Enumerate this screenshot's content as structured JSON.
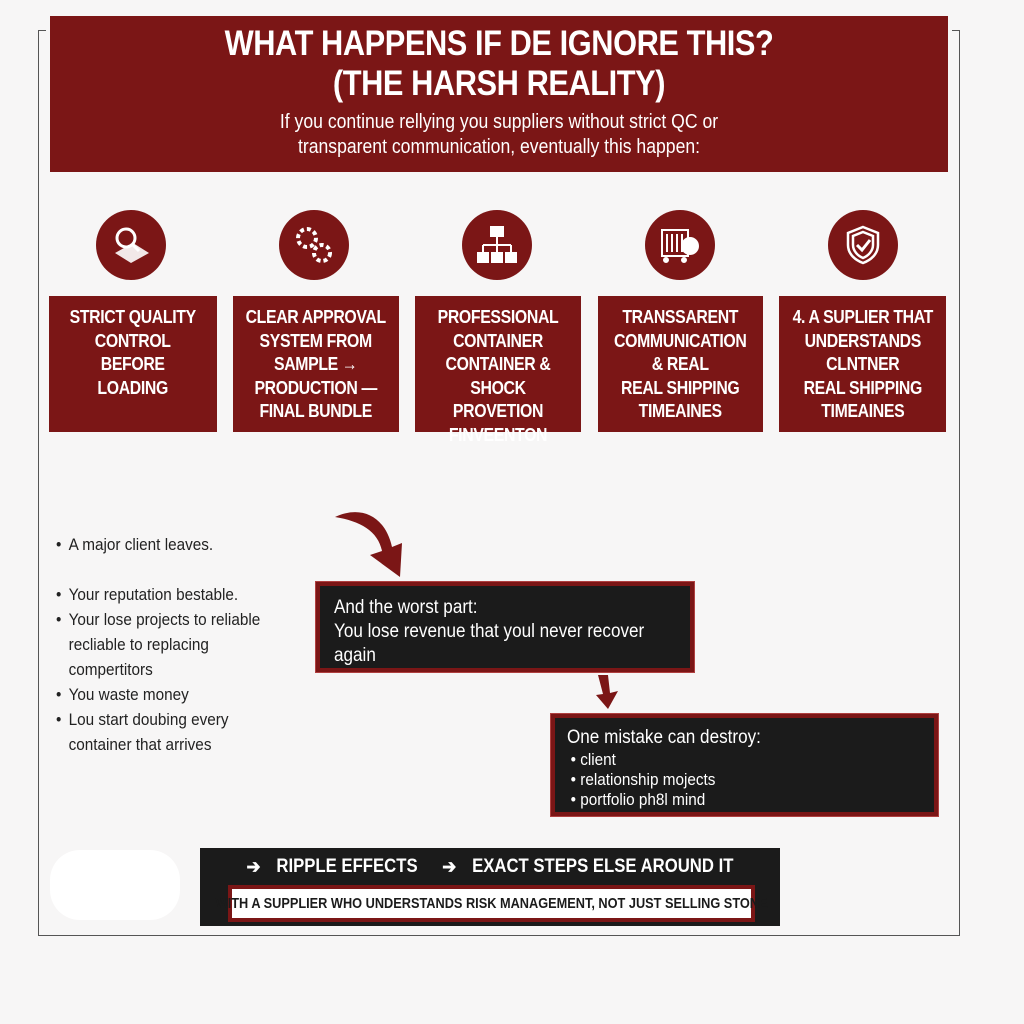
{
  "header": {
    "title_line1": "WHAT HAPPENS IF DE IGNORE THIS?",
    "title_line2": "(THE HARSH REALITY)",
    "subtitle_line1": "If you continue rellying you suppliers without strict QC or",
    "subtitle_line2": "transparent communication, eventually this happen:"
  },
  "icons": [
    "magnifier-document-icon",
    "gears-icon",
    "hierarchy-icon",
    "container-chat-icon",
    "shield-check-icon"
  ],
  "cards": [
    {
      "label": "STRICT QUALITY\nCONTROL\nBEFORE\nLOADING"
    },
    {
      "label": "CLEAR APPROVAL\nSYSTEM FROM\nSAMPLE →\nPRODUCTION —\nFINAL BUNDLE"
    },
    {
      "label": "PROFESSIONAL\nCONTAINER\nCONTAINER &\nSHOCK PROVETION\nFINVEENTON"
    },
    {
      "label": "TRANSSARENT\nCOMMUNICATION\n& REAL\nREAL SHIPPING\nTIMEAINES"
    },
    {
      "label": "4. A SUPLIER THAT\nUNDERSTANDS\nCLNTNER\nREAL SHIPPING\nTIMEAINES"
    }
  ],
  "consequences": [
    "A major client leaves.",
    "Your reputation bestable.",
    "Your lose projects to reliable recliable to replacing compertitors",
    "You waste money",
    "Lou start doubing every container that arrives"
  ],
  "worst_part": {
    "heading": "And the worst part:",
    "body": "You lose revenue that youl never recover again"
  },
  "destroy": {
    "heading": "One mistake can destroy:",
    "items": [
      "client",
      "relationship mojects",
      "portfolio ph8l mind"
    ]
  },
  "bottom": {
    "step1": "RIPPLE EFFECTS",
    "step2": "EXACT STEPS ELSE AROUND IT",
    "note": "WITH A SUPPLIER WHO UNDERSTANDS RISK MANAGEMENT, NOT JUST SELLING STONE"
  },
  "colors": {
    "brand_red": "#7b1616",
    "dark": "#1b1b1b"
  }
}
